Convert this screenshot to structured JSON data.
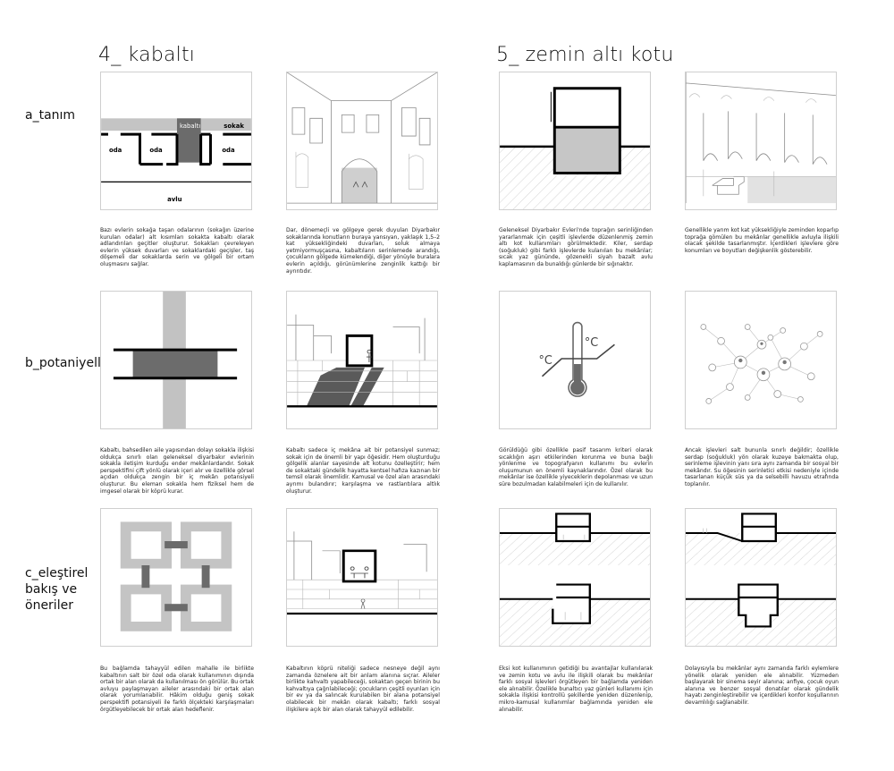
{
  "headings": {
    "kabalti": "4_ kabaltı",
    "zemin": "5_ zemin altı kotu"
  },
  "row_labels": {
    "a": "a_tanım",
    "b": "b_potaniyeller",
    "c": "c_eleştirel\nbakış ve\nöneriler"
  },
  "plan_labels": {
    "kabalti": "kabaltı",
    "sokak": "sokak",
    "oda1": "oda",
    "oda2": "oda",
    "oda3": "oda",
    "avlu": "avlu"
  },
  "thermo_labels": {
    "left": "°C",
    "right": "°C"
  },
  "captions": {
    "a1": "Bazı evlerin sokağa taşan odalarının (sokağın üzerine kurulan odalar) alt kısımları sokakta kabaltı olarak adlandırılan geçitler oluşturur. Sokakları çevreleyen evlerin yüksek duvarları ve sokaklardaki geçişler, taş döşemeli dar sokaklarda serin ve gölgeli bir ortam oluşmasını sağlar.",
    "a2": "Dar, dönemeçli ve gölgeye gerek duyulan Diyarbakır sokaklarında konutların buraya yansıyan, yaklaşık 1,5–2 kat yüksekliğindeki duvarları, soluk almaya yetmiyormuşçasına, kabaltıların serinlemede arandığı, çocukların gölgede kümelendiği, diğer yönüyle buralara evlerin açıldığı, görünümlerine zenginlik kattığı bir ayrıntıdır.",
    "a3": "Geleneksel Diyarbakır Evleri'nde toprağın serinliğinden yararlanmak için çeşitli işlevlerde düzenlenmiş zemin altı kot kullanımları görülmektedir. Kiler, serdap (soğukluk) gibi farklı işlevlerde kulanılan bu mekânlar; sıcak yaz gününde, gözenekli siyah bazalt avlu kaplamasının da bunaldığı günlerde bir sığınaktır.",
    "a4": "Genellikle yarım kot kat yüksekliğiyle zeminden koparlıp toprağa gömülen bu mekânlar genellikle avluyla ilişkili olacak şekilde tasarlanmıştır. İçerdikleri işlevlere göre konumları ve boyutları değişkenlik gösterebilir.",
    "b1": "Kabaltı, bahsedilen aile yapısından dolayı sokakla ilişkisi oldukça sınırlı olan geleneksel diyarbakır evlerinin sokakla iletişim kurduğu ender mekânlardandır. Sokak perspektifini çift yönlü olarak içeri alır ve özellikle görsel açıdan oldukça zengin bir iç mekân potansiyeli oluşturur. Bu eleman sokakla hem fiziksel hem de imgesel olarak bir köprü kurar.",
    "b2": "Kabaltı sadece iç mekâna ait bir potansiyel sunmaz; sokak için de önemli bir yapı öğesidir. Hem oluşturduğu gölgelik alanlar sayesinde alt kotunu özelleştirir; hem de sokaktaki gündelik hayatta kentsel hafıza kazınan bir temsil olarak önemlidir. Kamusal ve özel alan arasındaki ayrımı bulandırır; karşılaşma ve rastlantılara altlık oluşturur.",
    "b3": "Görüldüğü gibi özellikle pasif tasarım kriteri olarak sıcaklığın aşırı etkilerinden korunma ve buna bağlı yönlenme ve topografyanın kullanımı bu evlerin oluşumunun en önemli kaynaklarındır. Özel olarak bu mekânlar ise özellikle yiyeceklerin depolanması ve uzun süre bozulmadan kalabilmeleri için de kullanılır.",
    "b4": "Ancak işlevleri salt bununla sınırlı değildir; özellikle serdap (soğukluk) yön olarak kuzeye bakmakta olup, serinleme işlevinin yanı sıra aynı zamanda bir sosyal bir mekândır. Su öğesinin serinletici etkisi nedeniyle içinde tasarlanan küçük süs ya da selsebilli havuzu etrafında toplanılır.",
    "c1": "Bu bağlamda tahayyül edilen mahalle ile birlikte kabaltının salt bir özel oda olarak kullanımının dışında ortak bir alan olarak da kullanılması ön görülür. Bu ortak avluyu paylaşmayan aileler arasındaki bir ortak alan olarak yorumlanabilir. Hâkim olduğu geniş sokak perspektifi potansiyeli ile farklı ölçekteki karşılaşmaları örgütleyebilecek bir ortak alan hedeflenir.",
    "c2": "Kabaltının köprü niteliği sadece nesneye değil aynı zamanda öznelere ait bir anlam alanına sıçrar. Aileler birlikte kahvaltı yapabileceği, sokaktan geçen birinin bu kahvaltıya çağrılabileceği; çocukların çeşitli oyunları için bir ev ya da salıncak kurulabilen bir alana potansiyel olabilecek bir mekân olarak kabaltı; farklı sosyal ilişkilere açık bir alan olarak tahayyül edilebilir.",
    "c3": "Eksi kot kullanımının getidiği bu avantajlar kullanılarak ve zemin kotu ve avlu ile ilişkili olarak bu mekânlar farklı sosyal işlevleri örgütleyen bir bağlamda yeniden ele alınabilir. Özelikle bunaltıcı yaz günleri kullanımı için sokakla ilişkisi kontrollü şekillerde yeniden düzenlenip, mikro-kamusal kullanımlar bağlamında yeniden ele alınabilir.",
    "c4": "Dolayısıyla bu mekânlar aynı zamanda farklı eylemlere yönelik olarak yeniden ele alınabilir. Yüzmeden başlayarak bir sinema seyir alanına; anfiye, çocuk oyun alanına ve benzer sosyal donatılar olarak gündelik hayatı zenginleştirebilir ve içerdikleri konfor koşullarının devamlılığı sağlanabilir."
  }
}
